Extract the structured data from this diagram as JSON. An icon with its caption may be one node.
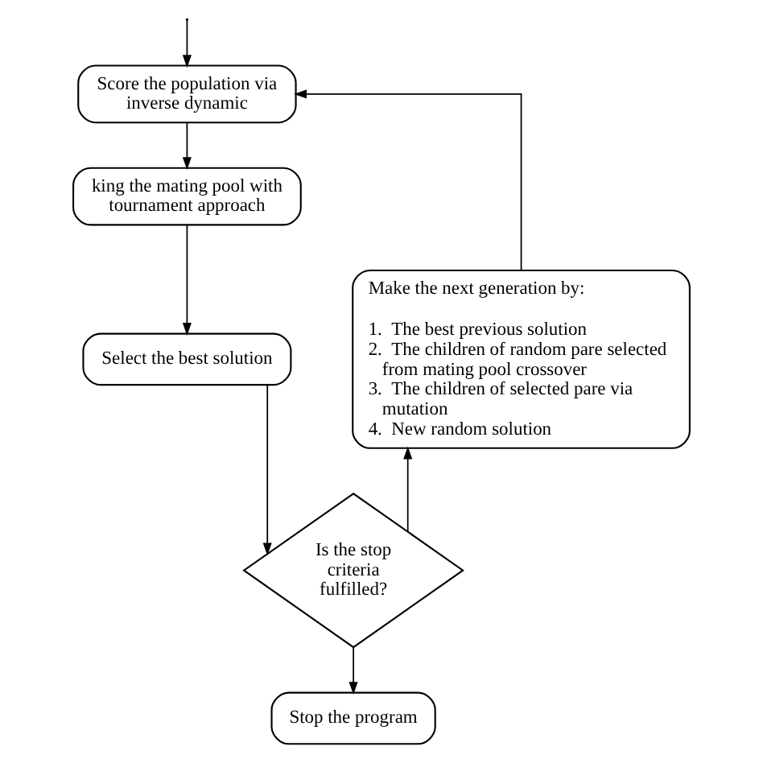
{
  "diagram": {
    "nodes": [
      {
        "text": [
          "Score the population via inverse dynamic"
        ]
      },
      {
        "text": [
          "king the mating pool with tournament approach"
        ]
      },
      {
        "text": [
          "Select the best solution"
        ]
      },
      {
        "text": [
          "Is the stop criteria fulfilled?"
        ]
      },
      {
        "text": [
          "Stop the program"
        ]
      },
      {
        "text": [
          "Make the next generation by:",
          "1.  The best previous solution",
          "2.  The children of random pare selected from mating pool crossover",
          "3.  The children of selected pare via mutation",
          "4.  New random solution"
        ]
      }
    ],
    "edges": [
      {
        "from": null,
        "to": 0,
        "arrow": "to"
      },
      {
        "from": 0,
        "to": 1,
        "arrow": "to"
      },
      {
        "from": 1,
        "to": 2,
        "arrow": "to"
      },
      {
        "from": 2,
        "to": 3,
        "arrow": "to"
      },
      {
        "from": 3,
        "to": 4,
        "arrow": "to"
      },
      {
        "from": 3,
        "to": 5,
        "arrow": "to"
      },
      {
        "from": 5,
        "to": 0,
        "arrow": "to"
      }
    ]
  }
}
